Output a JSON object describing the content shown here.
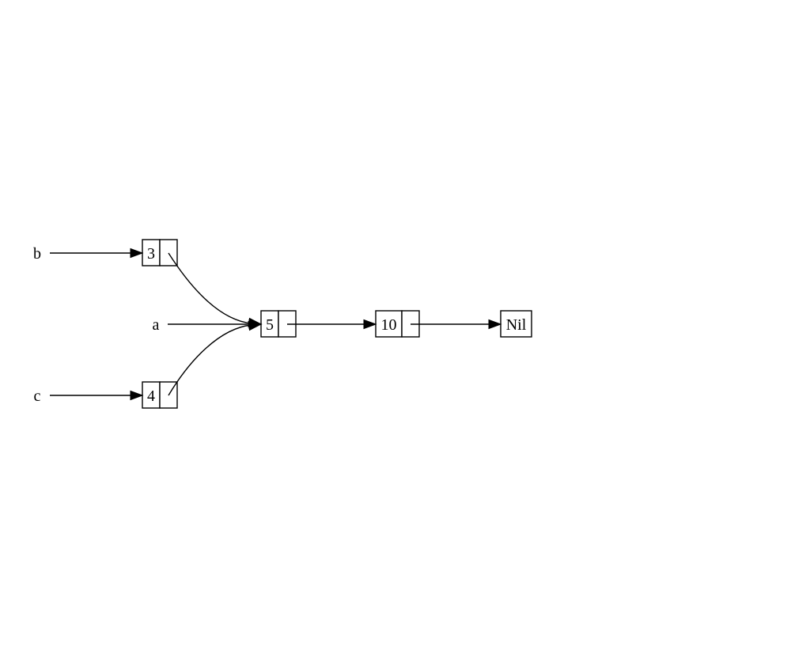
{
  "variables": {
    "a": "a",
    "b": "b",
    "c": "c"
  },
  "nodes": {
    "node_3": "3",
    "node_4": "4",
    "node_5": "5",
    "node_10": "10",
    "nil": "Nil"
  },
  "edges": [
    {
      "from": "b",
      "to": "3"
    },
    {
      "from": "c",
      "to": "4"
    },
    {
      "from": "a",
      "to": "5"
    },
    {
      "from": "3",
      "to": "5"
    },
    {
      "from": "4",
      "to": "5"
    },
    {
      "from": "5",
      "to": "10"
    },
    {
      "from": "10",
      "to": "Nil"
    }
  ]
}
